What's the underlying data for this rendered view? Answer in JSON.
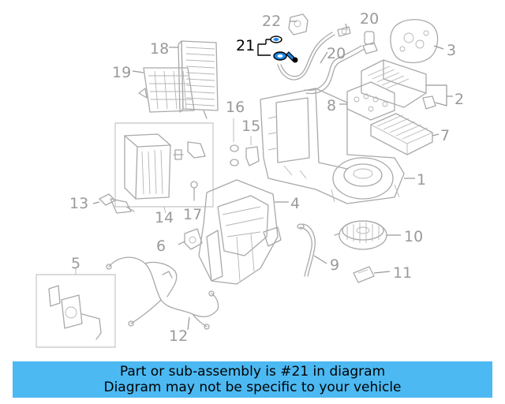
{
  "colors": {
    "banner_bg": "#4cb9f2",
    "highlight_part": "#1e88e5",
    "part_stroke": "#a9a9a9",
    "label_gray": "#9a9a9a",
    "label_highlight": "#000000"
  },
  "diagram": {
    "callouts": {
      "c1": "1",
      "c2": "2",
      "c3": "3",
      "c4": "4",
      "c5": "5",
      "c6": "6",
      "c7": "7",
      "c8": "8",
      "c9": "9",
      "c10": "10",
      "c11": "11",
      "c12": "12",
      "c13": "13",
      "c14": "14",
      "c15": "15",
      "c16": "16",
      "c17": "17",
      "c18": "18",
      "c19": "19",
      "c20a": "20",
      "c20b": "20",
      "c21": "21",
      "c22": "22"
    },
    "highlighted_callout": "21"
  },
  "banner": {
    "line1": "Part or sub-assembly is #21 in diagram",
    "line2": "Diagram may not be specific to your vehicle"
  }
}
